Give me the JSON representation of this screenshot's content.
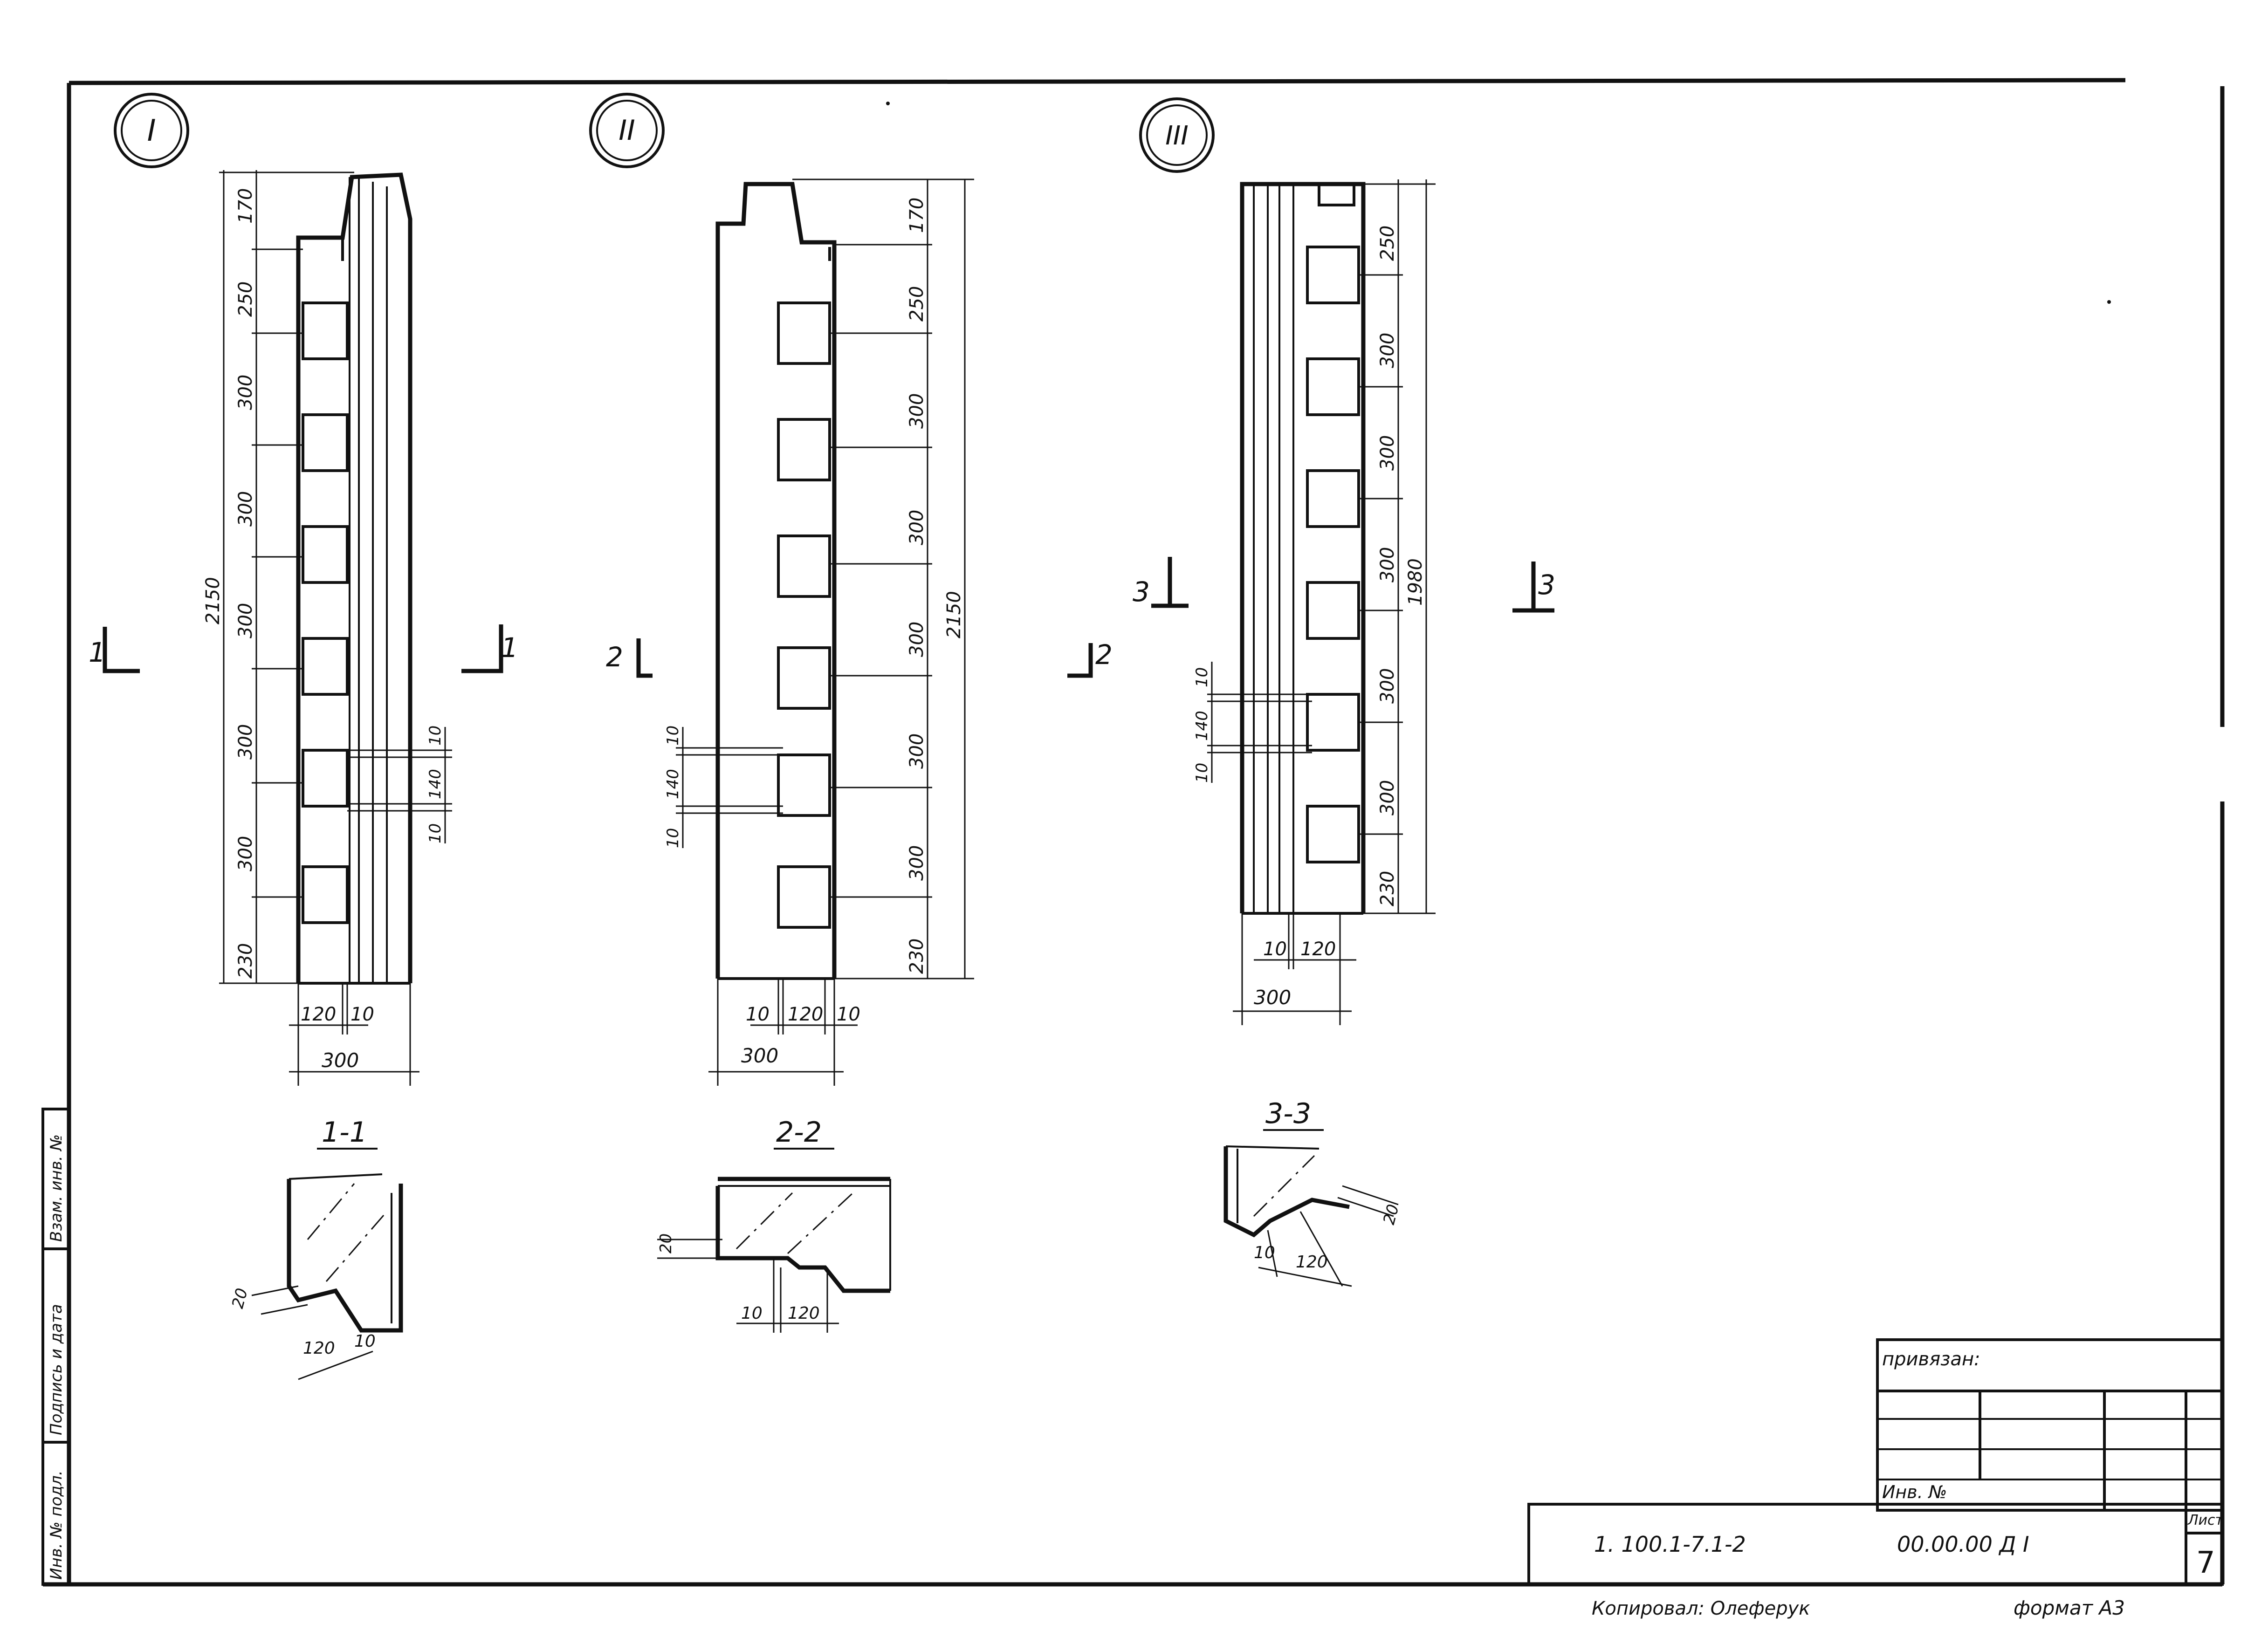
{
  "views": {
    "I": {
      "marker": "I",
      "section_mark": "1",
      "section_title": "1-1"
    },
    "II": {
      "marker": "II",
      "section_mark": "2",
      "section_title": "2-2"
    },
    "III": {
      "marker": "III",
      "section_mark": "3",
      "section_title": "3-3"
    }
  },
  "dims": {
    "v1": {
      "segments": [
        "170",
        "250",
        "300",
        "300",
        "300",
        "300",
        "300",
        "230"
      ],
      "total": "2150",
      "bottom": [
        "120",
        "10"
      ],
      "width": "300",
      "detail": [
        "10",
        "140",
        "10"
      ]
    },
    "v2": {
      "segments": [
        "170",
        "250",
        "300",
        "300",
        "300",
        "300",
        "300",
        "230"
      ],
      "total": "2150",
      "bottom": [
        "10",
        "120",
        "10"
      ],
      "width": "300",
      "detail": [
        "10",
        "140",
        "10"
      ]
    },
    "v3": {
      "segments": [
        "250",
        "300",
        "300",
        "300",
        "300",
        "300",
        "230"
      ],
      "total": "1980",
      "bottom": [
        "10",
        "120"
      ],
      "width": "300",
      "detail": [
        "10",
        "140",
        "10"
      ]
    },
    "s1": [
      "20",
      "120",
      "10"
    ],
    "s2": [
      "20",
      "10",
      "120"
    ],
    "s3": [
      "20",
      "10",
      "120"
    ]
  },
  "title_block": {
    "bound_label": "привязан:",
    "inv_label": "Инв. №",
    "sheet_label": "Лист",
    "sheet_number": "7",
    "doc_code": "1. 100.1-7.1-2",
    "doc_mark": "00.00.00 Д I",
    "copied": "Копировал: Олеферук",
    "format": "формат А3"
  },
  "side_stamp": {
    "col1": "Инв. № подл.",
    "col2": "Подпись и дата",
    "col3": "Взам. инв. №"
  }
}
